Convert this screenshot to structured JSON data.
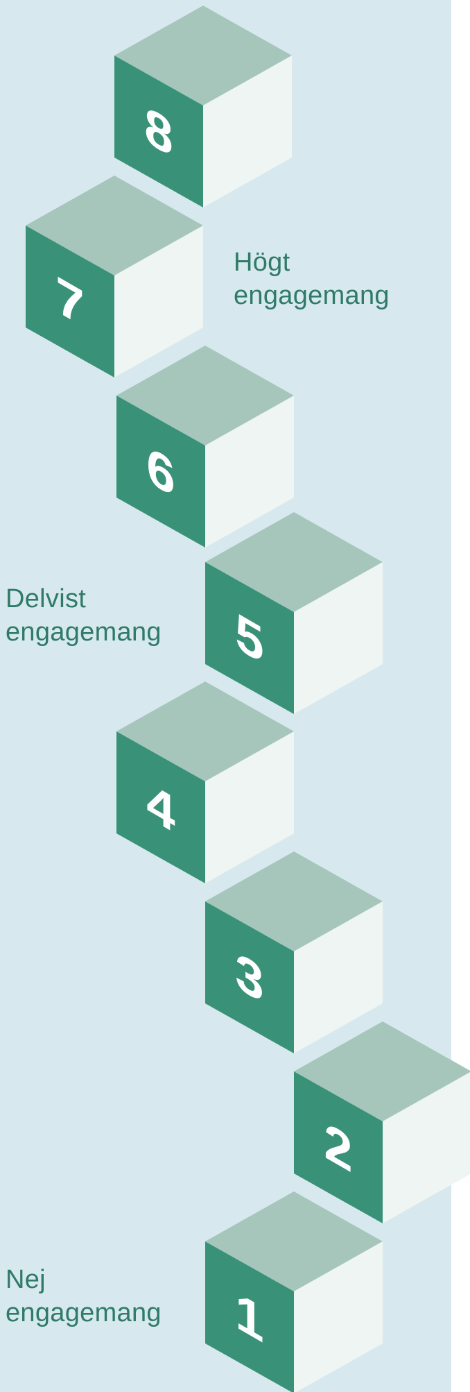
{
  "colors": {
    "background": "#d7e9ee",
    "outer": "#ffffff",
    "cube_top": "#a6c6bc",
    "cube_left": "#399278",
    "cube_right": "#eef5f3",
    "digit": "#ffffff",
    "label": "#2f7a68"
  },
  "labels": {
    "high": {
      "line1": "Högt",
      "line2": "engagemang"
    },
    "partial": {
      "line1": "Delvist",
      "line2": "engagemang"
    },
    "none": {
      "line1": "Nej",
      "line2": "engagemang"
    }
  },
  "cubes": [
    {
      "number": "8"
    },
    {
      "number": "7"
    },
    {
      "number": "6"
    },
    {
      "number": "5"
    },
    {
      "number": "4"
    },
    {
      "number": "3"
    },
    {
      "number": "2"
    },
    {
      "number": "1"
    }
  ]
}
